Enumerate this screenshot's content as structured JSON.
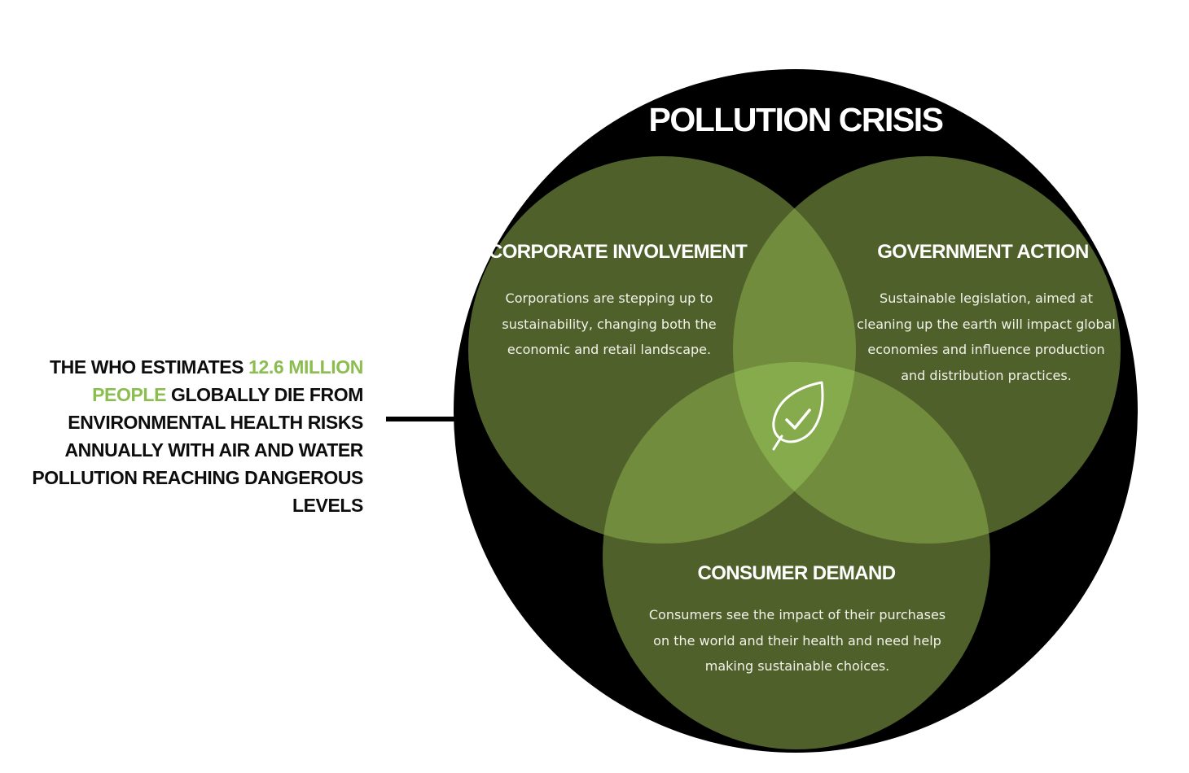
{
  "callout": {
    "prefix": "The WHO estimates ",
    "highlight": "12.6 million people",
    "suffix": " globally die from environmental health risks annually with air and water pollution reaching dangerous levels"
  },
  "diagram": {
    "title": "POLLUTION CRISIS",
    "circles": [
      {
        "heading": "CORPORATE INVOLVEMENT",
        "body": "Corporations are stepping up to sustainability, changing both the economic and retail landscape."
      },
      {
        "heading": "GOVERNMENT ACTION",
        "body": "Sustainable legislation, aimed at cleaning up the earth will impact global economies and influence production and distribution practices."
      },
      {
        "heading": "CONSUMER DEMAND",
        "body": "Consumers see the impact of their purchases on the world and their health and need help making sustainable choices."
      }
    ],
    "center_icon": "leaf-check-icon"
  },
  "colors": {
    "outer_circle": "#000000",
    "inner_circle": "#4f602b",
    "pair_overlap": "#718c3d",
    "triple_overlap": "#86ab4c",
    "highlight_text": "#8bbd4f"
  }
}
